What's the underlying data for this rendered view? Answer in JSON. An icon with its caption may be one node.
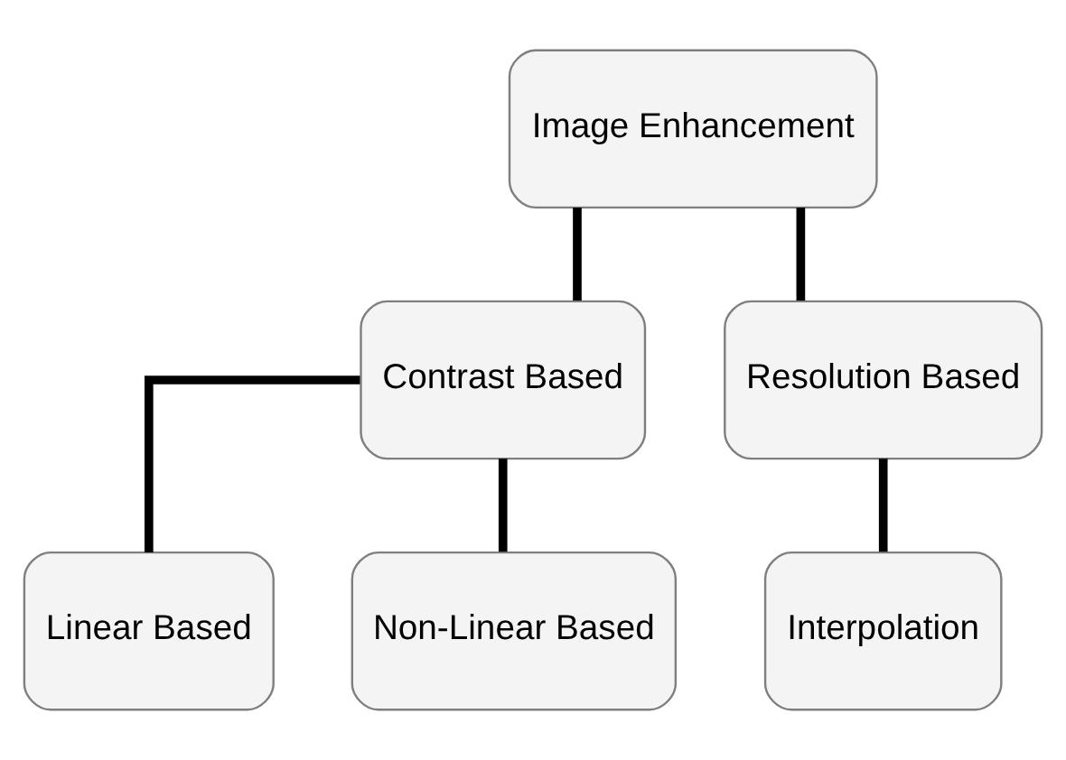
{
  "diagram": {
    "nodes": [
      {
        "text": [
          "Image Enhancement"
        ]
      },
      {
        "text": [
          "Contrast Based"
        ]
      },
      {
        "text": [
          "Resolution Based"
        ]
      },
      {
        "text": [
          "Linear Based"
        ]
      },
      {
        "text": [
          "Non-Linear Based"
        ]
      },
      {
        "text": [
          "Interpolation"
        ]
      }
    ],
    "edges": [
      {
        "from": 0,
        "to": 1,
        "arrow": "none"
      },
      {
        "from": 0,
        "to": 2,
        "arrow": "none"
      },
      {
        "from": 1,
        "to": 3,
        "arrow": "none"
      },
      {
        "from": 1,
        "to": 4,
        "arrow": "none"
      },
      {
        "from": 2,
        "to": 5,
        "arrow": "none"
      }
    ]
  }
}
